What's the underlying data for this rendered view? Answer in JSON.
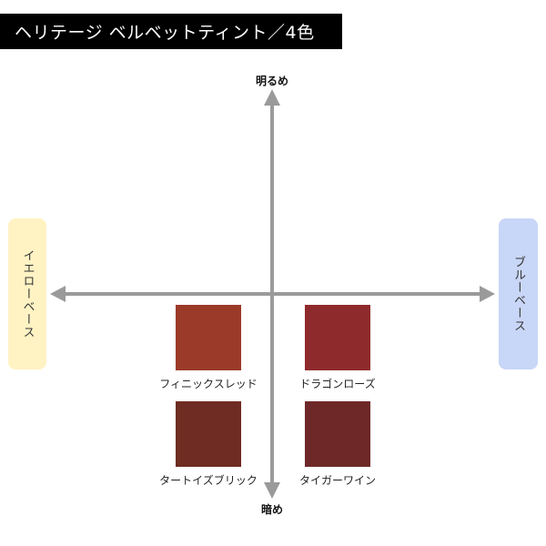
{
  "title": "ヘリテージ ベルベットティント／4色",
  "axes": {
    "top_label": "明るめ",
    "bottom_label": "暗め",
    "left_label": "イエローベース",
    "right_label": "ブルーベース",
    "arrow_color": "#9a9a9a"
  },
  "base_colors": {
    "yellow_base": "#fff3c4",
    "blue_base": "#c8d6f7"
  },
  "swatches": [
    {
      "name": "フィニックスレッド",
      "color": "#9b3a28"
    },
    {
      "name": "ドラゴンローズ",
      "color": "#8f2a2c"
    },
    {
      "name": "タートイズブリック",
      "color": "#6e2c22"
    },
    {
      "name": "タイガーワイン",
      "color": "#6e2828"
    }
  ]
}
